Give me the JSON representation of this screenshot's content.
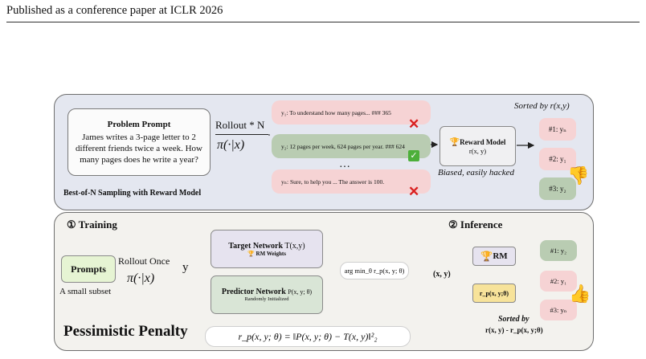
{
  "header": {
    "text": "Published as a conference paper at ICLR 2026"
  },
  "top": {
    "problem_title": "Problem Prompt",
    "problem_text": "James writes a 3-page letter to 2 different friends twice a week. How many pages does he write a year?",
    "rollout_label": "Rollout * N",
    "policy": "π(·|x)",
    "samples": [
      {
        "text": "y₁: To understand how many pages... ### 365",
        "status": "wrong"
      },
      {
        "text": "y₂: 12 pages per week, 624 pages per year. ### 624",
        "status": "correct"
      },
      {
        "text": "yₙ: Sure, to help you ... The answer is 100.",
        "status": "wrong"
      }
    ],
    "ellipsis": "…",
    "rm_title": "Reward Model",
    "rm_sub": "r(x, y)",
    "rm_caption": "Biased, easily hacked",
    "sorted_label": "Sorted by r(x,y)",
    "ranks": [
      "#1: yₙ",
      "#2: y₁",
      "#3: y₂"
    ],
    "section_label": "Best-of-N Sampling with Reward Model",
    "trophy_icon": "🏆",
    "thumb_down_icon": "👎",
    "cross_icon": "✕",
    "check_icon": "✓"
  },
  "bottom": {
    "training_label": "① Training",
    "inference_label": "② Inference",
    "prompts_label": "Prompts",
    "subset_label": "A small subset",
    "rollout_label": "Rollout Once",
    "policy": "π(·|x)",
    "y_label": "y",
    "target_title": "Target Network",
    "target_sym": "T(x,y)",
    "target_sub": "RM Weights",
    "pred_title": "Predictor Network",
    "pred_sym": "P(x, y; θ)",
    "pred_sub": "Randomly Initialized",
    "argmin": "arg min_θ r_p(x, y; θ)",
    "xy_label": "(x, y)",
    "rm_label": "RM",
    "rp_label": "r_p(x, y;θ)",
    "sorted_label": "Sorted by",
    "sorted_formula": "r(x, y) - r_p(x, y;θ)",
    "ranks": [
      "#1: y₂",
      "#2: y₁",
      "#3: yₙ"
    ],
    "penalty_label": "Pessimistic Penalty",
    "penalty_formula": "r_p(x, y; θ) = ‖P(x, y; θ) − T(x, y)‖²₂",
    "trophy_icon": "🏆",
    "thumb_up_icon": "👍"
  },
  "colors": {
    "pink": "#f6d3d4",
    "green": "#b9ccb2",
    "lavender": "#e6e3ef",
    "yellow": "#f7e39a",
    "lightgreen": "#e6f4d3"
  }
}
